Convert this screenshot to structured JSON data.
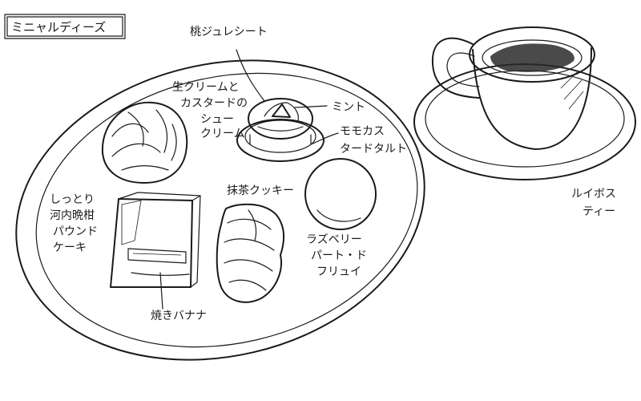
{
  "title": "ミニャルディーズ",
  "labels": {
    "peach_jelly": "桃ジュレシート",
    "mint": "ミント",
    "peach_tart_1": "モモカス",
    "peach_tart_2": "タードタルト",
    "choux_1": "生クリームと",
    "choux_2": "カスタードの",
    "choux_3": "シュー",
    "choux_4": "クリーム",
    "matcha_cookie": "抹茶クッキー",
    "pound_1": "しっとり",
    "pound_2": "河内晩柑",
    "pound_3": "パウンド",
    "pound_4": "ケーキ",
    "raspberry_1": "ラズベリー",
    "raspberry_2": "パート・ド",
    "raspberry_3": "フリュイ",
    "banana": "焼きバナナ",
    "tea_1": "ルイボス",
    "tea_2": "ティー"
  }
}
